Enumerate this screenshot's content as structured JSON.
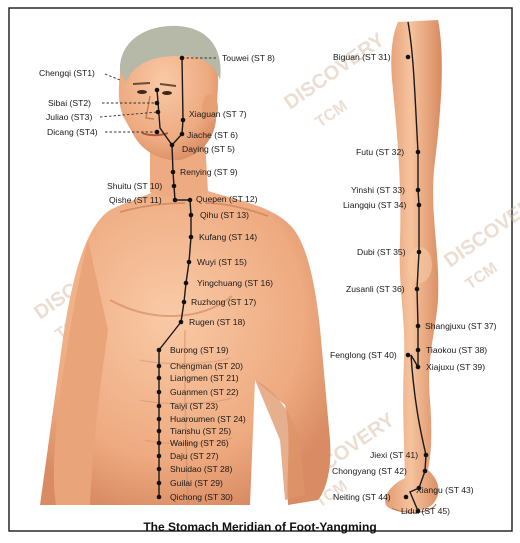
{
  "caption": "The Stomach Meridian of Foot-Yangming",
  "watermark": {
    "line1": "DISCOVERY",
    "line2": "TCM"
  },
  "colors": {
    "skin": "#f2b48d",
    "skin_shadow": "#d98b63",
    "hair": "#b6b8a8",
    "meridian_line": "#1a1a1a",
    "point": "#111111",
    "frame": "#1a1a1a"
  },
  "points": {
    "st1": "Chengqi (ST1)",
    "st2": "Sibai (ST2)",
    "st3": "Juliao (ST3)",
    "st4": "Dicang (ST4)",
    "st5": "Daying (ST 5)",
    "st6": "Jiache (ST 6)",
    "st7": "Xiaguan (ST 7)",
    "st8": "Touwei (ST 8)",
    "st9": "Renying (ST 9)",
    "st10": "Shuitu (ST 10)",
    "st11": "Qishe (ST 11)",
    "st12": "Quepen (ST 12)",
    "st13": "Qihu (ST 13)",
    "st14": "Kufang (ST 14)",
    "st15": "Wuyi (ST 15)",
    "st16": "Yingchuang (ST 16)",
    "st17": "Ruzhong (ST 17)",
    "st18": "Rugen (ST 18)",
    "st19": "Burong (ST 19)",
    "st20": "Chengman (ST 20)",
    "st21": "Liangmen (ST 21)",
    "st22": "Guanmen (ST 22)",
    "st23": "Taiyi (ST 23)",
    "st24": "Huaroumen (ST 24)",
    "st25": "Tianshu (ST 25)",
    "st26": "Wailing (ST 26)",
    "st27": "Daju (ST 27)",
    "st28": "Shuidao (ST 28)",
    "st29": "Guilai (ST 29)",
    "st30": "Qichong (ST 30)",
    "st31": "Biguan (ST 31)",
    "st32": "Futu (ST 32)",
    "st33": "Yinshi (ST 33)",
    "st34": "Liangqiu (ST 34)",
    "st35": "Dubi (ST 35)",
    "st36": "Zusanli (ST 36)",
    "st37": "Shangjuxu (ST 37)",
    "st38": "Tiaokou (ST 38)",
    "st39": "Xiajuxu (ST 39)",
    "st40": "Fenglong (ST 40)",
    "st41": "Jiexi (ST 41)",
    "st42": "Chongyang (ST 42)",
    "st43": "Xiangu (ST 43)",
    "st44": "Neiting (ST 44)",
    "st45": "Lidui (ST 45)"
  }
}
